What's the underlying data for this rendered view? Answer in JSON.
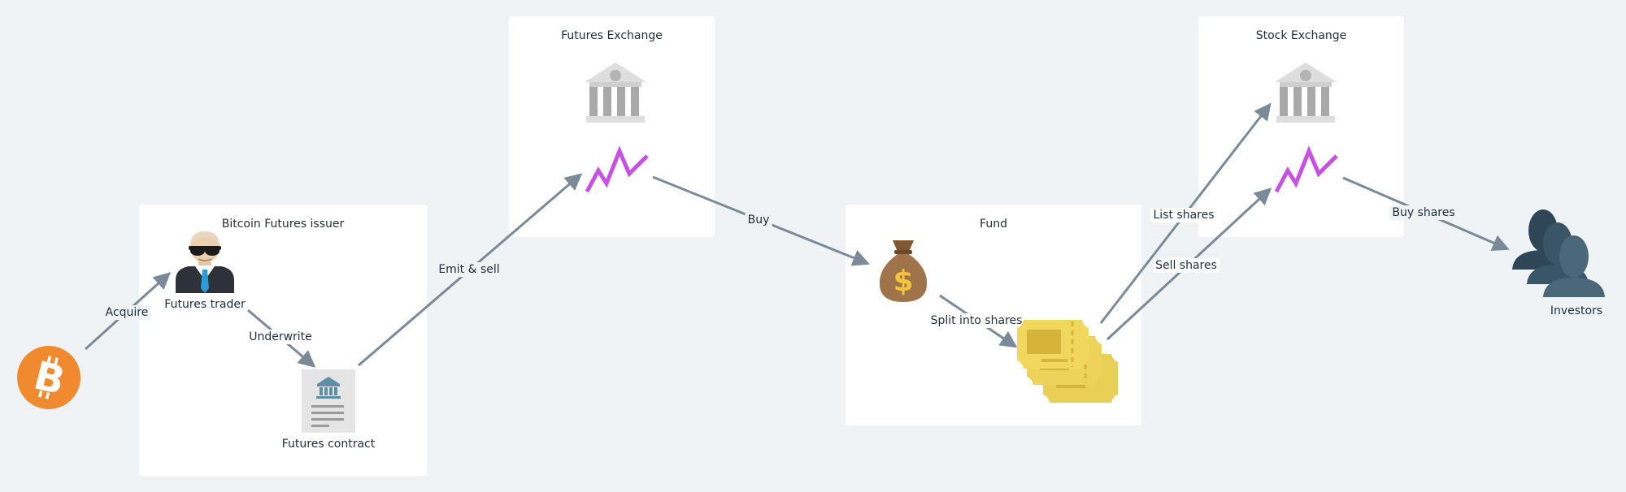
{
  "panels": {
    "issuer": "Bitcoin Futures issuer",
    "futures_exchange": "Futures Exchange",
    "fund": "Fund",
    "stock_exchange": "Stock Exchange"
  },
  "nodes": {
    "bitcoin_icon": "bitcoin-icon",
    "trader": "Futures trader",
    "contract": "Futures contract",
    "investors": "Investors"
  },
  "edges": {
    "acquire": "Acquire",
    "underwrite": "Underwrite",
    "emit_sell": "Emit & sell",
    "buy": "Buy",
    "split": "Split into shares",
    "list_shares": "List shares",
    "sell_shares": "Sell shares",
    "buy_shares": "Buy shares"
  },
  "colors": {
    "background": "#eff3f6",
    "edge": "#7a8a99",
    "bitcoin": "#f08a2e",
    "chart_line": "#c651e3",
    "coupon": "#e8cf55",
    "money_bag": "#a0744a",
    "investors": "#4a6878"
  }
}
